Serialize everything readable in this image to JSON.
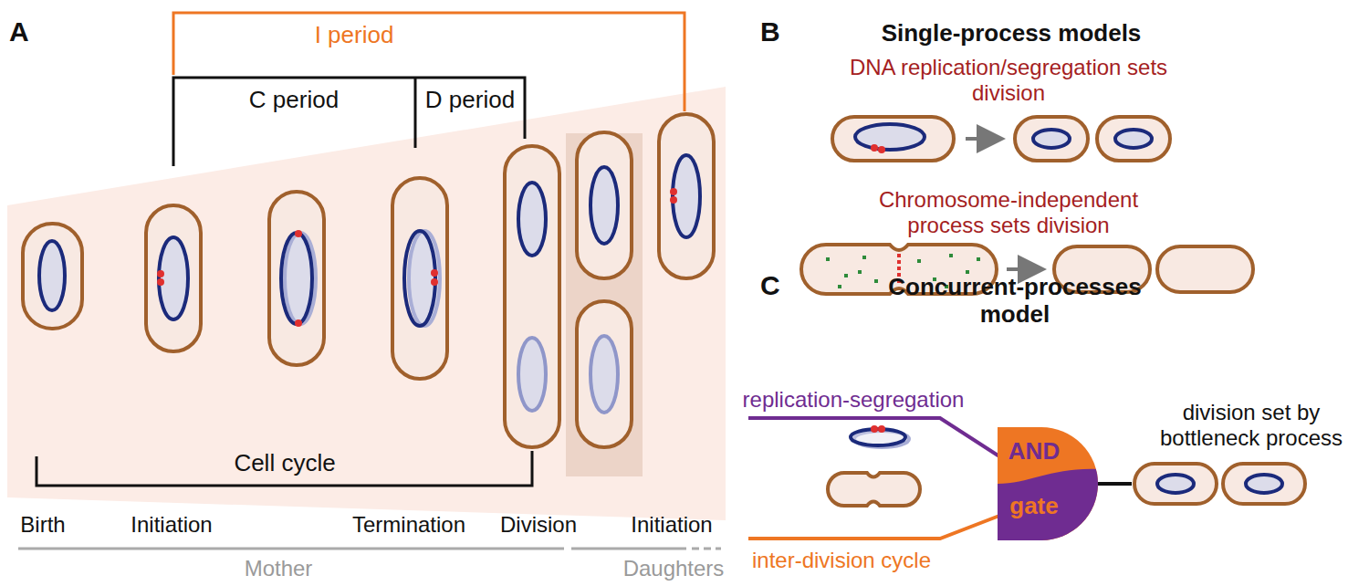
{
  "diagram": {
    "nodes": [
      {
        "text": [
          "AND",
          "gate"
        ]
      }
    ],
    "labels": [
      "A",
      "I period",
      "C period",
      "D period",
      "Cell cycle",
      "Birth",
      "Initiation",
      "Termination",
      "Division",
      "Initiation",
      "Mother",
      "Daughters",
      "B",
      "Single-process models",
      "DNA replication/segregation sets division",
      "Chromosome-independent process sets division",
      "C",
      "Concurrent-processes model",
      "replication-segregation",
      "inter-division cycle",
      "division set by bottleneck process"
    ]
  }
}
